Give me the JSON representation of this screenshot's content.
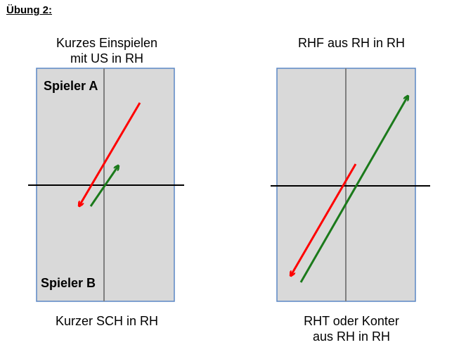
{
  "title": "Übung 2:",
  "exercises": [
    {
      "top_caption": [
        "Kurzes Einspielen",
        "mit US in RH"
      ],
      "bottom_caption": [
        "Kurzer SCH in RH"
      ],
      "player_top": "Spieler A",
      "player_bottom": "Spieler B"
    },
    {
      "top_caption": [
        "RHF aus RH in RH"
      ],
      "bottom_caption": [
        "RHT oder Konter",
        "aus RH in RH"
      ]
    }
  ],
  "colors": {
    "table_fill": "#d9d9d9",
    "table_border": "#5b87c5",
    "center_line": "#7f7f7f",
    "net": "#000000",
    "arrow_red": "#ff0000",
    "arrow_green": "#1b7a1b"
  }
}
